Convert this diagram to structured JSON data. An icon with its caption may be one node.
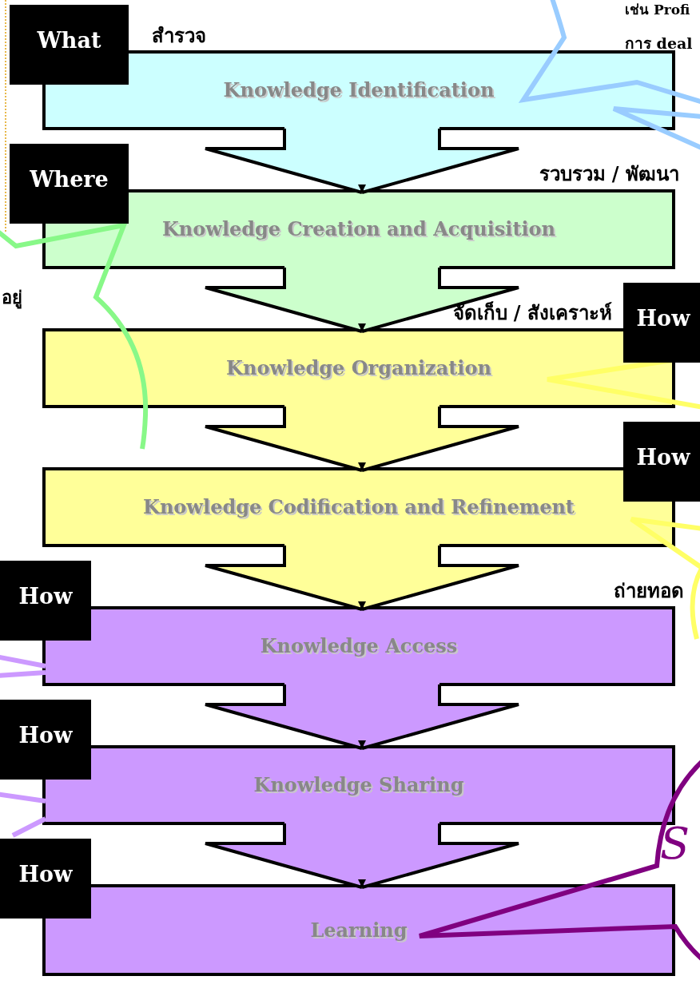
{
  "diagram": {
    "nodes": [
      {
        "text": [
          "Knowledge Identification"
        ]
      },
      {
        "text": [
          "Knowledge Creation and Acquisition"
        ]
      },
      {
        "text": [
          "Knowledge Organization"
        ]
      },
      {
        "text": [
          "Knowledge Codification and Refinement"
        ]
      },
      {
        "text": [
          "Knowledge Access"
        ]
      },
      {
        "text": [
          "Knowledge Sharing"
        ]
      },
      {
        "text": [
          "Learning"
        ]
      },
      {
        "text": [
          "What"
        ]
      },
      {
        "text": [
          "Where"
        ]
      },
      {
        "text": [
          "How"
        ]
      },
      {
        "text": [
          "How"
        ]
      },
      {
        "text": [
          "How"
        ]
      },
      {
        "text": [
          "How"
        ]
      },
      {
        "text": [
          "How"
        ]
      }
    ],
    "edges": [
      {
        "from": 0,
        "to": 1,
        "arrow": "to"
      },
      {
        "from": 1,
        "to": 2,
        "arrow": "to"
      },
      {
        "from": 2,
        "to": 3,
        "arrow": "to"
      },
      {
        "from": 3,
        "to": 4,
        "arrow": "to"
      },
      {
        "from": 4,
        "to": 5,
        "arrow": "to"
      },
      {
        "from": 5,
        "to": 6,
        "arrow": "to"
      },
      {
        "from": null,
        "to": 0,
        "arrow": "none",
        "color": "#99ccff"
      },
      {
        "from": null,
        "to": 1,
        "arrow": "none",
        "color": "#88f888"
      },
      {
        "from": null,
        "to": 2,
        "arrow": "none",
        "color": "#ffff66"
      },
      {
        "from": null,
        "to": 3,
        "arrow": "none",
        "color": "#ffff66"
      },
      {
        "from": null,
        "to": 4,
        "arrow": "none",
        "color": "#cc99ff"
      },
      {
        "from": null,
        "to": 5,
        "arrow": "none",
        "color": "#cc99ff"
      },
      {
        "from": null,
        "to": 6,
        "arrow": "none",
        "color": "#800080"
      }
    ],
    "labels": [
      "เช่น Profi",
      "สำรวจ",
      "การ deal",
      "รวบรวม / พัฒนา",
      "อยู่",
      "จัดเก็บ / สังเคราะห์",
      "ถ่ายทอด",
      "S"
    ]
  }
}
